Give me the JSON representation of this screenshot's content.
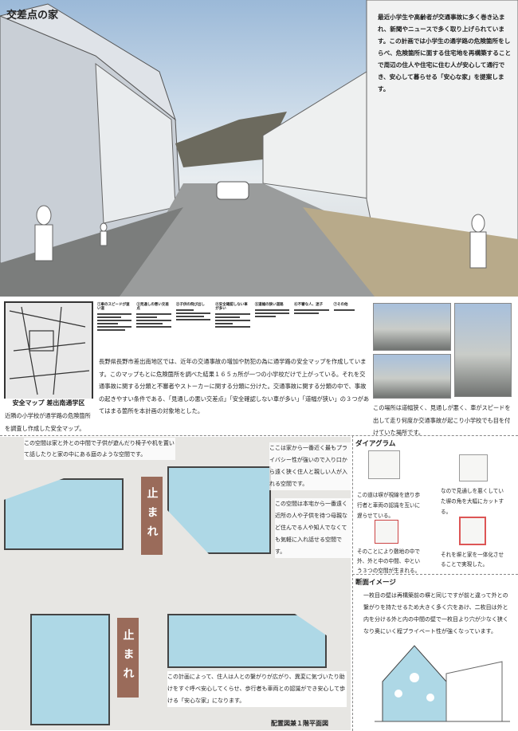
{
  "title": "交差点の家",
  "lead": "最近小学生や高齢者が交通事故に多く巻き込まれ、新聞やニュースで多く取り上げられています。この計画では小学生の通学路の危険箇所をしらべ、危険箇所に面する住宅地を再構築することで周辺の住人や住宅に住む人が安心して通行でき、安心して暮らせる「安心な家」を提案します。",
  "map": {
    "caption": "安全マップ 差出南通学区",
    "description": "近隣の小学校が通学路の危険箇所を調査し作成した安全マップ。"
  },
  "survey_columns": [
    "①車のスピードが速い道",
    "②見通しの悪い交差点",
    "③子供の飛び出し",
    "④安全確認しない車が多い",
    "⑤道幅の狭い道路",
    "⑥不審な人、迷子",
    "⑦その他"
  ],
  "survey_text": "長野県長野市差出南地区では、近年の交通事故の増加や防犯の為に通学路の安全マップを作成しています。このマップもとに危険箇所を調べた結果１６５ヵ所が一つの小学校だけで上がっている。それを交通事故に関する分類と不審者やストーカーに関する分類に分けた。交通事故に関する分類の中で、事故の起きやすい条件である、「見通しの悪い交差点」「安全確認しない車が多い」「道幅が狭い」の３つがあてはまる箇所を本計画の対象地とした。",
  "photo_caption": "この場所は道幅狭く、見通しが悪く、車がスピードを出して走り何度か交通事故が起こり小学校でも目を付けていた場所です。",
  "plan": {
    "note1": "この空間は家と外との中間で子供が遊んだり椅子や机を置いて話したりと家の中にある庭のような空間です。",
    "note2": "ここは家から一番近く最もプライバシー性が強いので入り口から遠く狭く住人と親しい人が入れる空間です。",
    "note3": "この空間は本宅から一番遠く近所の人や子供を待つ母親など住んでる人や知人でなくても気軽に入れ話せる空間です。",
    "note4": "この計画によって、住人は人との繋がりが広がり、異変に気づいたり助けをすぐ呼べ安心してくらせ、歩行者も車両との認識ができ安心して歩ける「安心な家」になります。",
    "stop_label": "止まれ",
    "caption": "配置図兼１階平面図"
  },
  "diagram": {
    "heading": "ダイアグラム",
    "items": [
      "この道は塀が視線を遮り歩行者と車両の認識を互いに遅らせている。",
      "なので見通しを悪くしていた塀の角を大幅にカットする。",
      "そのことにより敷地の中で外、外と中の中間、中という３つの空間が生まれる。",
      "それを塀と家を一体化させることで実現した。"
    ]
  },
  "section": {
    "heading": "断面イメージ",
    "text": "一枚目の壁は再構築前の塀と同じですが前と違って外との繋がりを持たせるため大きく多く穴をあけ、二枚目は外と内を分ける外と内の中間の壁で一枚目より穴が少なく狭くなり奥にいく程プライベート性が強くなっています。"
  },
  "colors": {
    "plan_fill": "#aed8e6",
    "stop_fill": "#9a6b5a",
    "sky": "#9bb9d8"
  }
}
